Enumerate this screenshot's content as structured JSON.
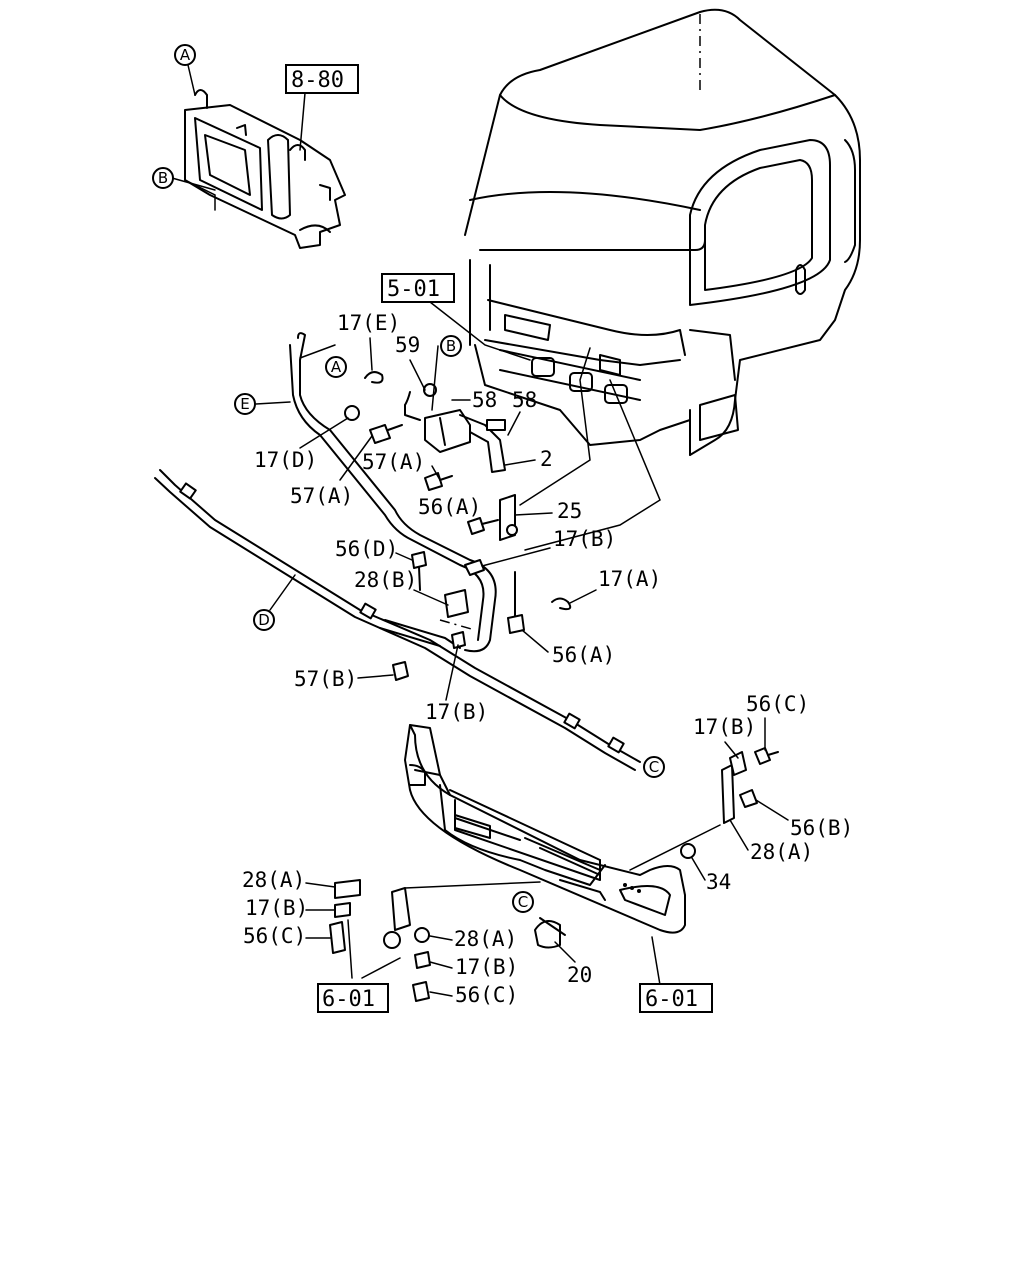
{
  "ref_boxes": {
    "r880": "8-80",
    "r501": "5-01",
    "r601_left": "6-01",
    "r601_right": "6-01"
  },
  "circle_markers": {
    "a_top": "A",
    "b_top": "B",
    "a_mid": "A",
    "b_mid": "B",
    "e": "E",
    "d": "D",
    "c_right": "C",
    "c_bumper": "C"
  },
  "part_labels": {
    "p17e": "17(E)",
    "p59": "59",
    "p58a": "58",
    "p58b": "58",
    "p17d": "17(D)",
    "p57a_1": "57(A)",
    "p57a_2": "57(A)",
    "p2": "2",
    "p56a_1": "56(A)",
    "p25": "25",
    "p56d": "56(D)",
    "p17b_1": "17(B)",
    "p28b": "28(B)",
    "p17a": "17(A)",
    "p56a_2": "56(A)",
    "p57b": "57(B)",
    "p17b_2": "17(B)",
    "p56c_1": "56(C)",
    "p17b_3": "17(B)",
    "p56b": "56(B)",
    "p28a_1": "28(A)",
    "p34": "34",
    "p28a_2": "28(A)",
    "p17b_4": "17(B)",
    "p56c_2": "56(C)",
    "p28a_3": "28(A)",
    "p17b_5": "17(B)",
    "p56c_3": "56(C)",
    "p20": "20"
  }
}
